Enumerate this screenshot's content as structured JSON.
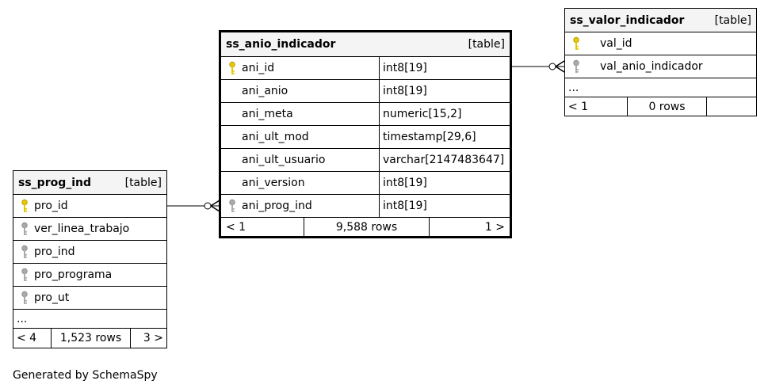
{
  "tables": {
    "anio": {
      "name": "ss_anio_indicador",
      "kind": "[table]",
      "columns": [
        {
          "name": "ani_id",
          "type": "int8[19]",
          "key": "primary"
        },
        {
          "name": "ani_anio",
          "type": "int8[19]",
          "key": "none"
        },
        {
          "name": "ani_meta",
          "type": "numeric[15,2]",
          "key": "none"
        },
        {
          "name": "ani_ult_mod",
          "type": "timestamp[29,6]",
          "key": "none"
        },
        {
          "name": "ani_ult_usuario",
          "type": "varchar[2147483647]",
          "key": "none"
        },
        {
          "name": "ani_version",
          "type": "int8[19]",
          "key": "none"
        },
        {
          "name": "ani_prog_ind",
          "type": "int8[19]",
          "key": "foreign"
        }
      ],
      "footer": {
        "parents": "< 1",
        "rows": "9,588 rows",
        "children": "1 >"
      }
    },
    "valor": {
      "name": "ss_valor_indicador",
      "kind": "[table]",
      "columns": [
        {
          "name": "val_id",
          "key": "primary"
        },
        {
          "name": "val_anio_indicador",
          "key": "foreign"
        }
      ],
      "ellipsis": "...",
      "footer": {
        "parents": "< 1",
        "rows": "0 rows",
        "children": ""
      }
    },
    "prog": {
      "name": "ss_prog_ind",
      "kind": "[table]",
      "columns": [
        {
          "name": "pro_id",
          "key": "primary"
        },
        {
          "name": "ver_linea_trabajo",
          "key": "foreign"
        },
        {
          "name": "pro_ind",
          "key": "foreign"
        },
        {
          "name": "pro_programa",
          "key": "foreign"
        },
        {
          "name": "pro_ut",
          "key": "foreign"
        }
      ],
      "ellipsis": "...",
      "footer": {
        "parents": "< 4",
        "rows": "1,523 rows",
        "children": "3 >"
      }
    }
  },
  "relationships": [
    {
      "from": "ss_anio_indicador.ani_id",
      "to": "ss_valor_indicador.val_anio_indicador",
      "cardinality": "zero-or-many"
    },
    {
      "from": "ss_prog_ind.pro_id",
      "to": "ss_anio_indicador.ani_prog_ind",
      "cardinality": "zero-or-many"
    }
  ],
  "colors": {
    "primary_key": "#e6c800",
    "foreign_key": "#aaaaaa",
    "header_bg": "#f4f4f4"
  },
  "generated_by": "Generated by SchemaSpy"
}
